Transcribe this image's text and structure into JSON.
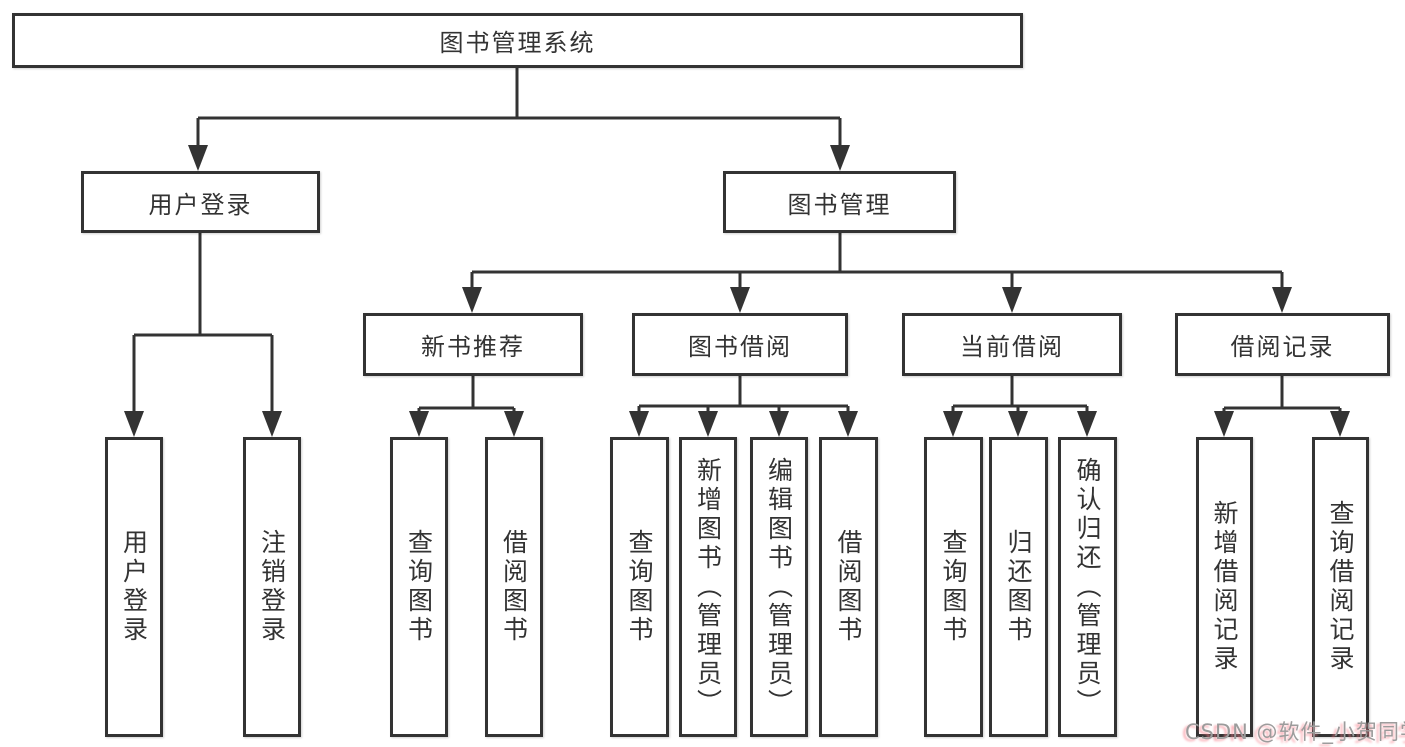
{
  "diagram": {
    "root": {
      "label": "图书管理系统"
    },
    "branches": [
      {
        "label": "用户登录",
        "children": [
          {
            "label": "用户登录"
          },
          {
            "label": "注销登录"
          }
        ]
      },
      {
        "label": "图书管理",
        "children": [
          {
            "label": "新书推荐",
            "children": [
              {
                "label": "查询图书"
              },
              {
                "label": "借阅图书"
              }
            ]
          },
          {
            "label": "图书借阅",
            "children": [
              {
                "label": "查询图书"
              },
              {
                "label": "新增图书（管理员）"
              },
              {
                "label": "编辑图书（管理员）"
              },
              {
                "label": "借阅图书"
              }
            ]
          },
          {
            "label": "当前借阅",
            "children": [
              {
                "label": "查询图书"
              },
              {
                "label": "归还图书"
              },
              {
                "label": "确认归还（管理员）"
              }
            ]
          },
          {
            "label": "借阅记录",
            "children": [
              {
                "label": "新增借阅记录"
              },
              {
                "label": "查询借阅记录"
              }
            ]
          }
        ]
      }
    ]
  },
  "watermark": {
    "text": "CSDN @软件_小贺同学"
  },
  "colors": {
    "line": "#333333",
    "text": "#333333",
    "background": "#ffffff",
    "watermark_gray": "#9c9c9c",
    "watermark_pink": "#f8808c"
  }
}
